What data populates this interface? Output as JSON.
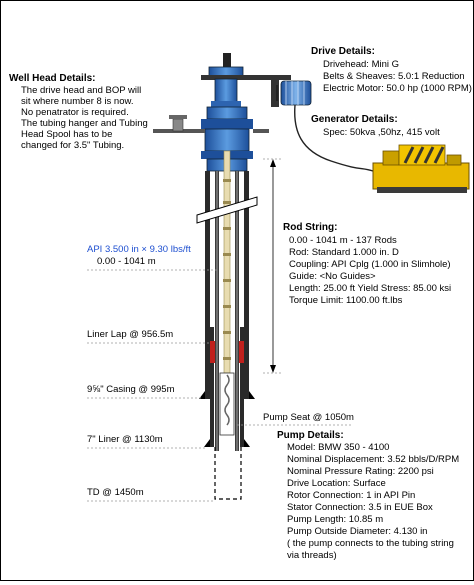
{
  "colors": {
    "motor_blue": "#1f5fae",
    "wellhead_blue": "#3a7cc4",
    "generator_yellow": "#f2c400",
    "tubing_label_blue": "#1e4fd0",
    "liner_red": "#c0201c",
    "rod_tan": "#e8dcb0"
  },
  "wellhead": {
    "title": "Well Head Details:",
    "lines": [
      "The drive head and BOP will",
      "sit where number 8 is now.",
      "No penatrator is required.",
      "The tubing hanger and Tubing",
      "Head Spool has to be",
      "changed for 3.5\" Tubing."
    ]
  },
  "drive": {
    "title": "Drive Details:",
    "lines": [
      "Drivehead: Mini G",
      "Belts & Sheaves: 5.0:1 Reduction",
      "Electric Motor: 50.0 hp (1000 RPM)"
    ]
  },
  "generator": {
    "title": "Generator Details:",
    "lines": [
      "Spec: 50kva ,50hz, 415 volt"
    ]
  },
  "tubing": {
    "line1": "API 3.500 in × 9.30 lbs/ft",
    "line2": "0.00 - 1041 m"
  },
  "rod": {
    "title": "Rod String:",
    "lines": [
      "0.00 - 1041 m - 137 Rods",
      "Rod: Standard 1.000 in. D",
      "Coupling: API Cplg (1.000 in Slimhole)",
      "Guide: <No Guides>",
      "Length: 25.00 ft Yield Stress: 85.00 ksi",
      "Torque Limit: 1100.00 ft.lbs"
    ]
  },
  "depths": {
    "liner_lap": "Liner Lap @ 956.5m",
    "casing": "9⅝\" Casing @ 995m",
    "pump_seat": "Pump Seat @ 1050m",
    "liner": "7\" Liner @ 1130m",
    "td": "TD @ 1450m"
  },
  "pump": {
    "title": "Pump Details:",
    "lines": [
      "Model: BMW 350 - 4100",
      "Nominal Displacement: 3.52 bbls/D/RPM",
      "Nominal Pressure Rating: 2200 psi",
      "Drive Location: Surface",
      "Rotor Connection: 1 in API Pin",
      "Stator Connection: 3.5 in EUE Box",
      "Pump Length: 10.85 m",
      "Pump Outside Diameter: 4.130 in",
      "( the pump connects to the tubing string",
      "via threads)"
    ]
  }
}
